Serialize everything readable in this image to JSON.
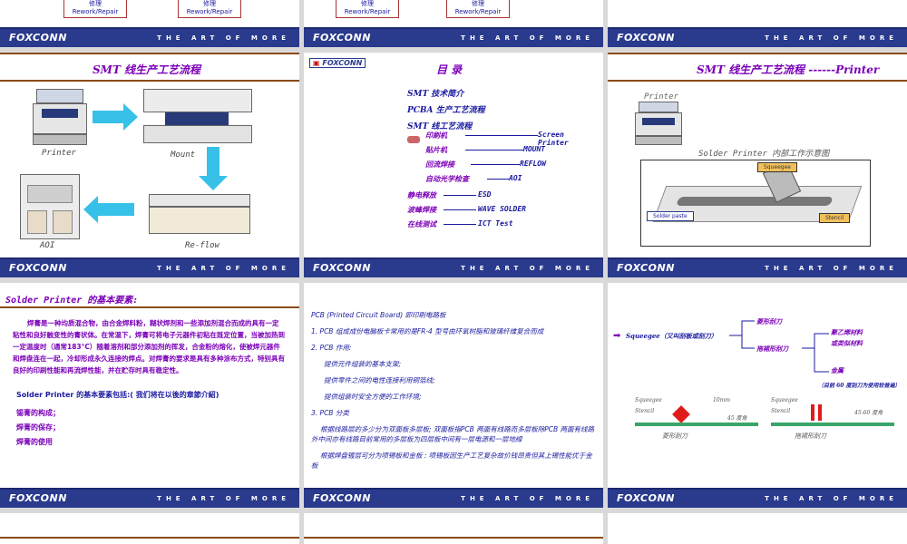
{
  "footer": {
    "logo": "FOXCONN",
    "tagline": "THE ART OF MORE"
  },
  "row0": {
    "a": {
      "box1_zh": "修理",
      "box1_en": "Rework/Repair",
      "box2_zh": "修理",
      "box2_en": "Rework/Repair"
    },
    "b": {
      "box1_zh": "修理",
      "box1_en": "Rework/Repair",
      "box2_zh": "修理",
      "box2_en": "Rework/Repair"
    }
  },
  "slide_flow": {
    "title": "SMT 线生产工艺流程",
    "labels": {
      "printer": "Printer",
      "mount": "Mount",
      "aoi": "AOI",
      "reflow": "Re-flow"
    }
  },
  "slide_toc": {
    "logo": "FOXCONN",
    "title": "目  录",
    "items": [
      {
        "label": "SMT 技术简介"
      },
      {
        "label": "PCBA 生产工艺流程"
      },
      {
        "label": "SMT 线工艺流程"
      }
    ],
    "sub_items": [
      {
        "label": "印刷机",
        "target": "Screen Printer"
      },
      {
        "label": "贴片机",
        "target": "MOUNT"
      },
      {
        "label": "回流焊接",
        "target": "REFLOW"
      },
      {
        "label": "自动光学检查",
        "target": "AOI"
      }
    ],
    "extra_items": [
      {
        "label": "静电释放",
        "target": "ESD"
      },
      {
        "label": "波峰焊接",
        "target": "WAVE SOLDER"
      },
      {
        "label": "在线测试",
        "target": "ICT Test"
      }
    ]
  },
  "slide_printer": {
    "title": "SMT 线生产工艺流程 ------Printer",
    "machine_label": "Printer",
    "diagram_title": "Solder Printer 内部工作示意图",
    "squeegee": "Squeegee",
    "solder_paste": "Solder paste",
    "stencil": "Stencil"
  },
  "slide_basic": {
    "title": "Solder Printer 的基本要素:",
    "paragraph": "焊膏是一种均质混合物，由合金焊料粉，糊状焊剂和一些添加剂混合而成的具有一定粘性和良好触变性的膏状体。在常温下，焊膏可将电子元器件初粘在既定位置，当被加热到一定温度时（通常183°C）随着溶剂和部分添加剂的挥发，合金粉的熔化，使被焊元器件和焊盘连在一起，冷却形成永久连接的焊点。对焊膏的要求是具有多种涂布方式，特别具有良好的印刷性能和再流焊性能，并在贮存时具有稳定性。",
    "subtitle": "Solder Printer 的基本要素包括:( 我们将在以後的章節介紹)",
    "bullets": [
      "锡膏的构成；",
      "焊膏的保存；",
      "焊膏的使用"
    ]
  },
  "slide_pcb": {
    "lines": [
      "PCB (Printed Circuit Board) 即印刷电路板",
      "1. PCB 组成成份电脑板卡常用的是FR-4 型号由环氧树脂和玻璃纤维复合而成",
      "2.  PCB 作用:",
      "提供元件组装的基本支架;",
      "提供零件之间的电性连接利用铜箔线;",
      "提供组装时安全方便的工作环境;",
      "3.  PCB 分类",
      "根据线路层的多少分为双面板多层板; 双面板指PCB 两面有线路而多层板除PCB 两面有线路外中间亦有线路目前常用的多层板为四层板中间有一层电源和一层地線",
      "根据焊盘镀层可分为喷锡板和金板 : 喷锡板因生产工艺复杂故价钱昂贵但其上锡性能优于金板"
    ]
  },
  "slide_squeegee": {
    "root": "Squeegee（又叫刮板或刮刀）",
    "branch1": "菱形刮刀",
    "branch2": "拖裙形刮刀",
    "leaf1": "聚乙烯材料",
    "leaf2": "或类似材料",
    "leaf3": "金属",
    "note": "（目前 60 度刮刀为使用较普遍）",
    "left_diag": {
      "squeegee": "Squeegee",
      "stencil": "Stencil",
      "dim": "10mm",
      "angle": "45 度角",
      "caption": "菱形刮刀"
    },
    "right_diag": {
      "squeegee": "Squeegee",
      "stencil": "Stencil",
      "angle": "45-60 度角",
      "caption": "拖裙形刮刀"
    }
  }
}
